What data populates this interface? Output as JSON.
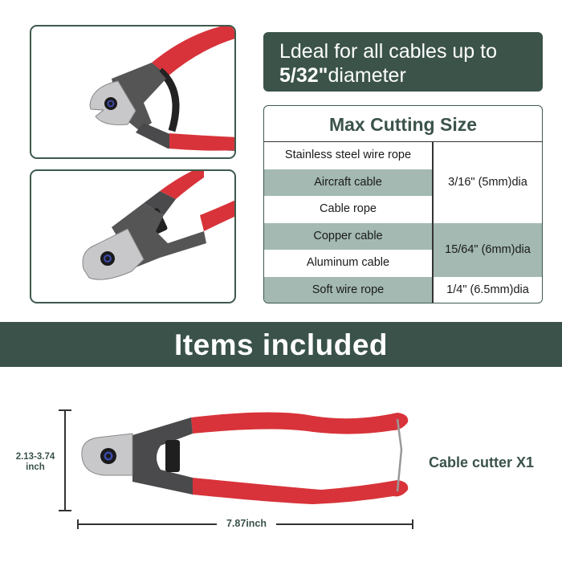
{
  "headline": {
    "line1": "Ldeal for all cables up to",
    "size_bold": "5/32\"",
    "size_suffix": "diameter"
  },
  "max_cutting_table": {
    "title": "Max Cutting Size",
    "rows": [
      {
        "material": "Stainless steel wire rope",
        "shaded": false
      },
      {
        "material": "Aircraft cable",
        "shaded": true
      },
      {
        "material": "Cable rope",
        "shaded": false
      },
      {
        "material": "Copper cable",
        "shaded": true
      },
      {
        "material": "Aluminum cable",
        "shaded": false
      },
      {
        "material": "Soft wire rope",
        "shaded": true
      }
    ],
    "sizes": [
      {
        "value": "3/16\" (5mm)dia",
        "rows": [
          0,
          1,
          2
        ],
        "shaded": false
      },
      {
        "value": "15/64\" (6mm)dia",
        "rows": [
          3,
          4
        ],
        "shaded": true
      },
      {
        "value": "1/4\" (6.5mm)dia",
        "rows": [
          5
        ],
        "shaded": false
      }
    ]
  },
  "items_included": {
    "banner": "Items included",
    "item_label": "Cable cutter X1",
    "height_dimension": {
      "line1": "2.13-3.74",
      "line2": "inch"
    },
    "length_dimension": "7.87inch"
  },
  "product_images": [
    {
      "view": "cable-cutter-jaw-closeup-open"
    },
    {
      "view": "cable-cutter-jaw-closeup-angled"
    }
  ],
  "colors": {
    "brand_green": "#3b5349",
    "shade_green": "#a3b9b1",
    "handle_red": "#d8333a",
    "metal_dark": "#4a4a4c",
    "metal_light": "#c8c8ca"
  }
}
